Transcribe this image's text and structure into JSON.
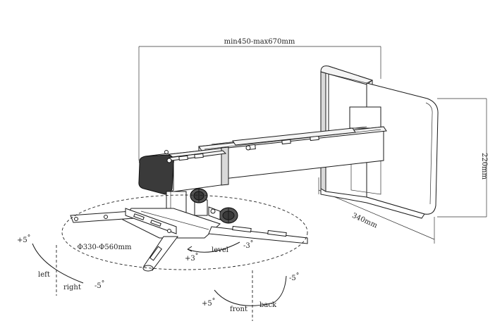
{
  "dimensions": {
    "reach": "min450-max670mm",
    "height": "220mm",
    "depth": "340mm",
    "diameter": "Φ330-Φ560mm"
  },
  "adjustments": {
    "level_label": "level",
    "level_plus": "+3",
    "level_minus": "-3",
    "left_label": "left",
    "right_label": "right",
    "side_plus": "+5",
    "side_minus": "-5",
    "front_label": "front",
    "back_label": "back",
    "tilt_plus": "+5",
    "tilt_minus": "-5",
    "degree_symbol": "°"
  }
}
